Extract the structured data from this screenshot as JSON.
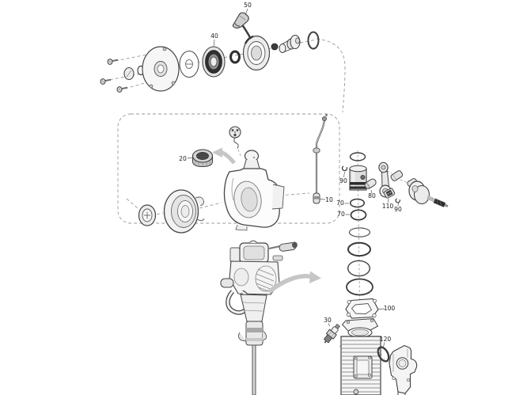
{
  "page": {
    "background": "#ffffff"
  },
  "diagram": {
    "kind": "exploded-parts-diagram",
    "colors": {
      "line": "#454545",
      "dark_fill": "#2c2c2c",
      "shade_fill": "#ededed",
      "arrow_gray": "#c6c6c6",
      "dashed_guide": "#9a9a9a",
      "label_text": "#1b1b1b",
      "background": "#ffffff"
    },
    "labels": [
      {
        "text": "50",
        "part": "starter-handle"
      },
      {
        "text": "40",
        "part": "starter-pulley-bearing"
      },
      {
        "text": "20",
        "part": "fuel-cap"
      },
      {
        "text": "10",
        "part": "fuel-pickup-line"
      },
      {
        "text": "90",
        "part": "piston-circlip-left"
      },
      {
        "text": "80",
        "part": "wrist-pin"
      },
      {
        "text": "70",
        "part": "piston-ring-upper"
      },
      {
        "text": "70",
        "part": "piston-ring-lower"
      },
      {
        "text": "110",
        "part": "connecting-rod-bearing"
      },
      {
        "text": "90",
        "part": "crankshaft-circlip"
      },
      {
        "text": "100",
        "part": "cylinder-gasket"
      },
      {
        "text": "30",
        "part": "spark-plug"
      },
      {
        "text": "120",
        "part": "exhaust-gasket"
      }
    ]
  }
}
